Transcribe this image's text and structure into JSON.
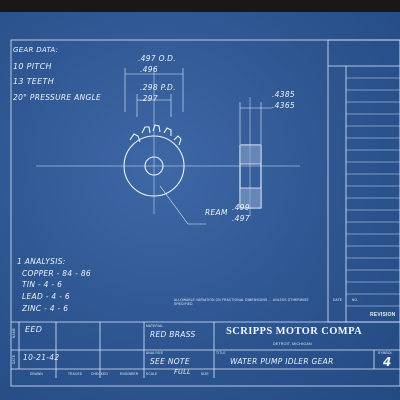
{
  "gear_data": {
    "heading": "GEAR DATA:",
    "pitch": "10 PITCH",
    "teeth": "13 TEETH",
    "pressure_angle": "20° PRESSURE ANGLE"
  },
  "dimensions": {
    "od_upper": ".497 O.D.",
    "od_lower": ".496",
    "pd_upper": ".298 P.D.",
    "pd_lower": ".297",
    "width_upper": ".4385",
    "width_lower": ".4365",
    "ream_label": "REAM",
    "ream_upper": ".499",
    "ream_lower": ".497"
  },
  "analysis": {
    "heading": "1 ANALYSIS:",
    "lines": [
      "COPPER - 84 - 86",
      "TIN - 4 - 6",
      "LEAD - 4 - 6",
      "ZINC - 4 - 6"
    ]
  },
  "tolerance_note": "ALLOWABLE VARIATION ON FRACTIONAL DIMENSIONS ... UNLESS OTHERWISE SPECIFIED",
  "title_block": {
    "name_label": "NAME",
    "name_value": "EED",
    "date_label": "DATE",
    "date_value": "10-21-42",
    "material_label": "MATERIAL",
    "material_value": "RED BRASS",
    "analysis_label": "ANALYSIS",
    "analysis_value": "SEE NOTE",
    "company": "SCRIPPS MOTOR COMPA",
    "location": "DETROIT, MICHIGAN",
    "title_label": "TITLE",
    "title_value": "WATER PUMP  IDLER GEAR",
    "symbol_label": "SYMBOL",
    "symbol_value": "4",
    "footer": [
      "DRAWN",
      "TRACED",
      "CHECKED",
      "ENGINEER",
      "SCALE",
      "FULL",
      "SIZE"
    ]
  },
  "revisions": {
    "heading": "REVISION",
    "col_date": "DATE",
    "col_no": "NO."
  }
}
